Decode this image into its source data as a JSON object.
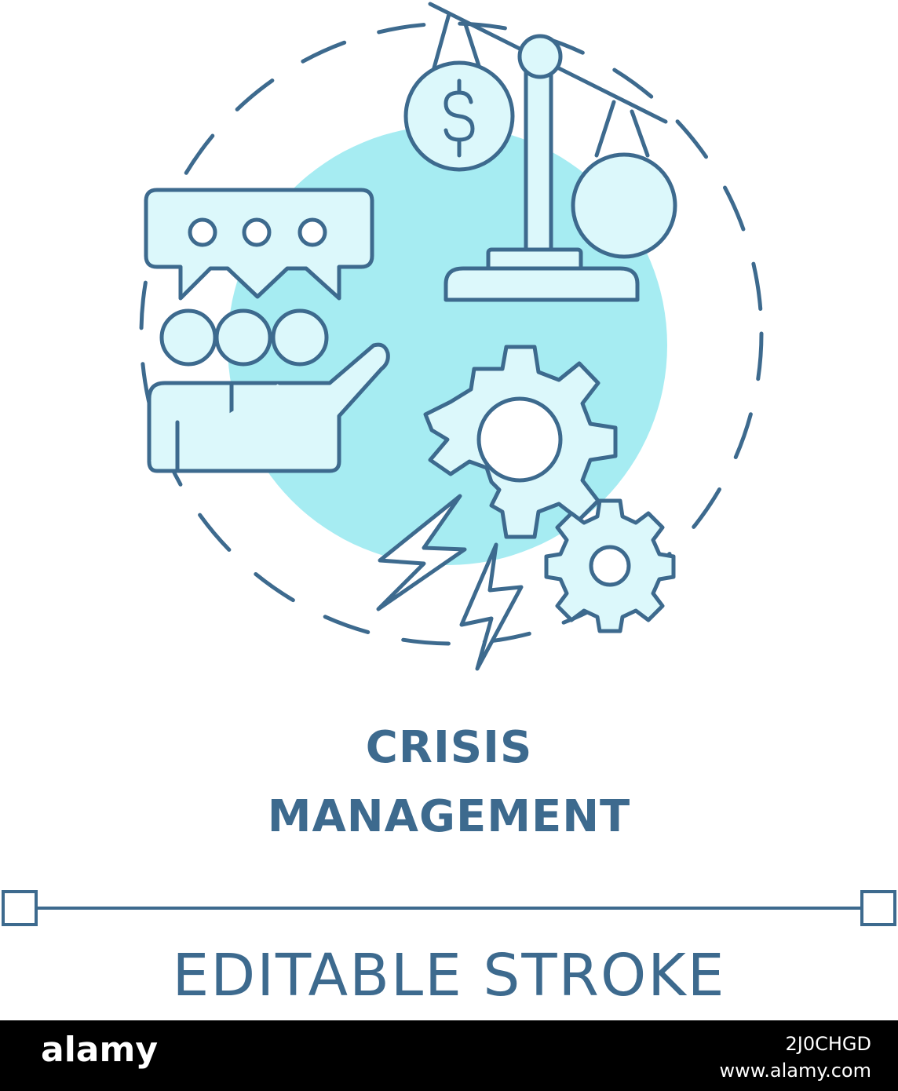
{
  "title": {
    "line1": "CRISIS",
    "line2": "MANAGEMENT"
  },
  "editable_label": "EDITABLE STROKE",
  "footer": {
    "logo": "alamy",
    "image_code": "2J0CHGD",
    "site": "www.alamy.com"
  },
  "colors": {
    "stroke": "#3d6a8e",
    "fill": "#a6ecf2",
    "fill_light": "#dcf8fb",
    "footer_bg": "#000000"
  },
  "icons": [
    "dollar-icon",
    "scale-icon",
    "chat-bubble-icon",
    "team-icon",
    "gear-icon",
    "lightning-icon"
  ]
}
